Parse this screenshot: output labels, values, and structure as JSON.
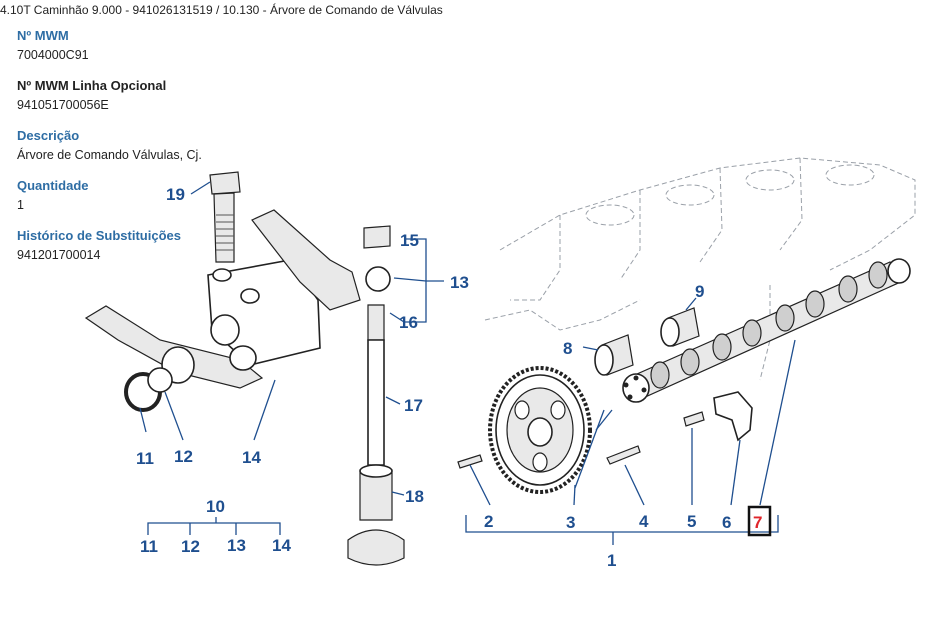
{
  "breadcrumb": "4.10T Caminhão 9.000 - 941026131519  /  10.130 - Árvore de Comando de Válvulas",
  "fields": {
    "mwm_label": "Nº MWM",
    "mwm_value": "7004000C91",
    "optional_label": "Nº MWM Linha Opcional",
    "optional_value": "941051700056E",
    "description_label": "Descrição",
    "description_value": "Árvore de Comando Válvulas, Cj.",
    "quantity_label": "Quantidade",
    "quantity_value": "1",
    "history_label": "Histórico de Substituições",
    "history_value": "941201700014"
  },
  "diagram": {
    "callouts": [
      "1",
      "2",
      "3",
      "4",
      "5",
      "6",
      "7",
      "8",
      "9",
      "10",
      "11",
      "12",
      "13",
      "14",
      "15",
      "16",
      "17",
      "18",
      "19",
      "11",
      "12",
      "13",
      "14"
    ],
    "highlighted_callout": "7"
  },
  "colors": {
    "label_blue": "#2e6da4",
    "callout_blue": "#1f4f8f",
    "highlight_red": "#e0262b",
    "selection": "#cfe3f7"
  }
}
